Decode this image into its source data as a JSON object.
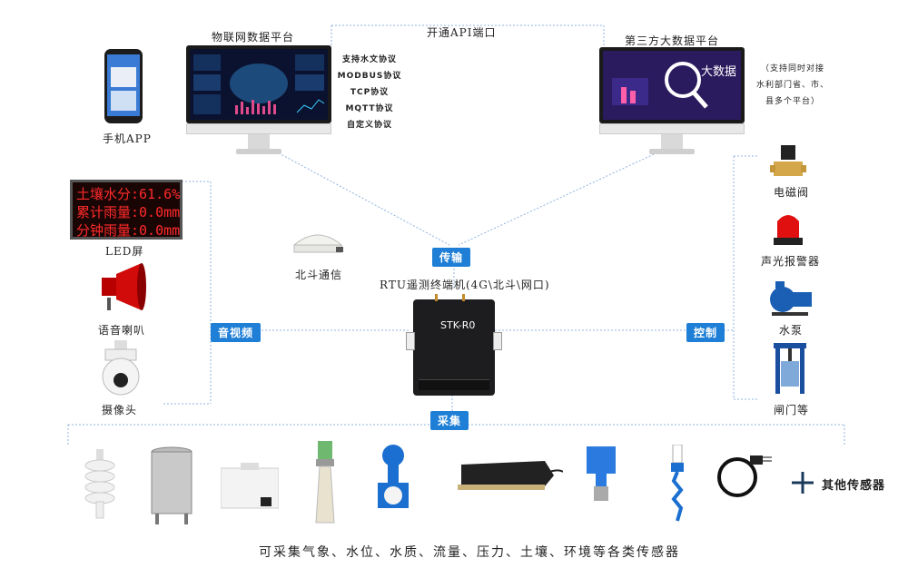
{
  "iot_platform": {
    "title": "物联网数据平台",
    "protocols": [
      "支持水文协议",
      "MODBUS协议",
      "TCP协议",
      "MQTT协议",
      "自定义协议"
    ]
  },
  "api_link": "开通API端口",
  "third_party": {
    "title": "第三方大数据平台",
    "screen_text": "大数据",
    "note": [
      "（支持同时对接",
      "水利部门省、市、",
      "县多个平台）"
    ]
  },
  "phone_app": "手机APP",
  "led": {
    "lines": [
      "土壤水分:61.6%",
      "累计雨量:0.0mm",
      "分钟雨量:0.0mm"
    ],
    "label": "LED屏"
  },
  "speaker": "语音喇叭",
  "camera": "摄像头",
  "beidou": "北斗通信",
  "rtu": {
    "title": "RTU遥测终端机(4G\\北斗\\网口)",
    "name": "STK-R0"
  },
  "badges": {
    "transmit": "传输",
    "av": "音视频",
    "control": "控制",
    "collect": "采集"
  },
  "controls": [
    "电磁阀",
    "声光报警器",
    "水泵",
    "闸门等"
  ],
  "other_sensors": "其他传感器",
  "footer": "可采集气象、水位、水质、流量、压力、土壤、环境等各类传感器",
  "colors": {
    "accent": "#1f7fd6",
    "led_text": "#ff2a2a"
  }
}
